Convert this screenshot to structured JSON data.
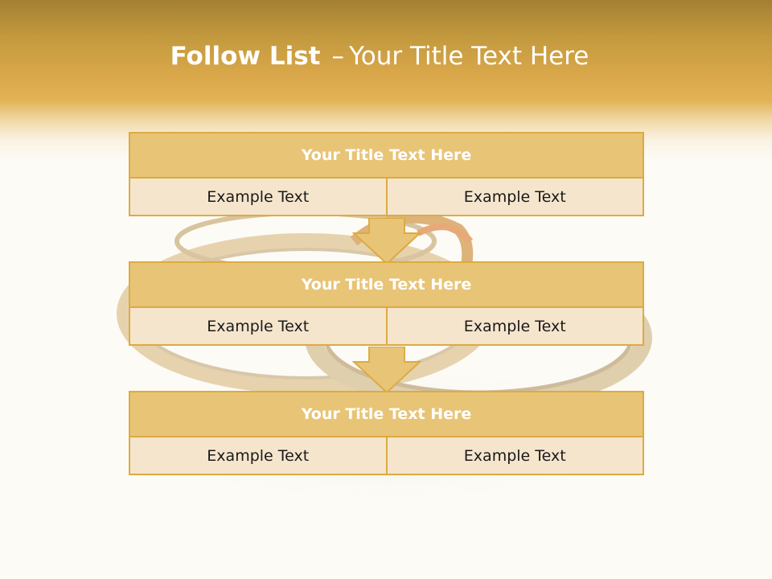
{
  "slide": {
    "title_bold": "Follow List",
    "title_dash": "–",
    "title_rest": "Your Title Text Here"
  },
  "steps": [
    {
      "title": "Your Title Text Here",
      "left": "Example Text",
      "right": "Example Text"
    },
    {
      "title": "Your Title Text Here",
      "left": "Example Text",
      "right": "Example Text"
    },
    {
      "title": "Your Title Text Here",
      "left": "Example Text",
      "right": "Example Text"
    }
  ],
  "colors": {
    "header_gold": "#dcab41",
    "box_title_fill": "#e8c477",
    "box_cell_fill": "#f6e5cd",
    "border": "#dcab41"
  }
}
